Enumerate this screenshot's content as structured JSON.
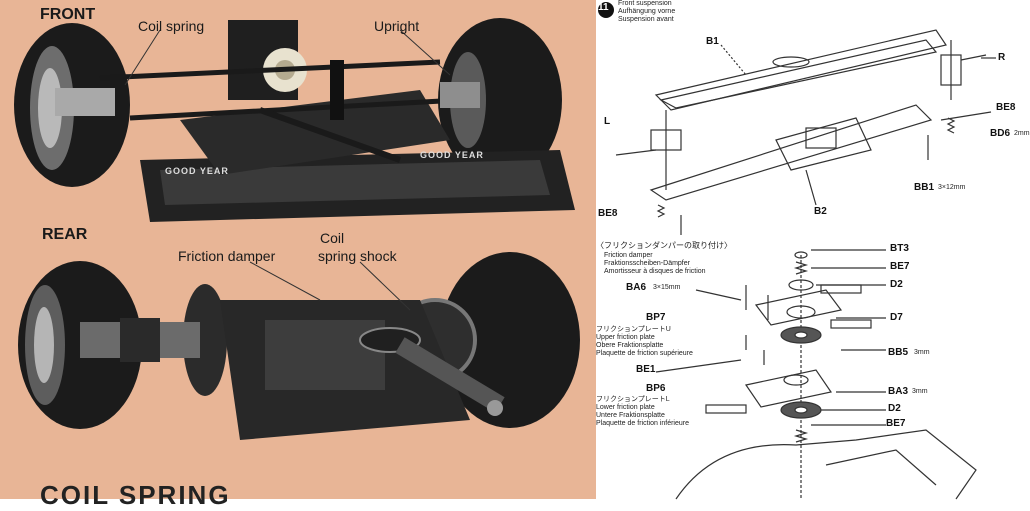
{
  "left_panel": {
    "front_label": "FRONT",
    "rear_label": "REAR",
    "coil_spring_label": "Coil spring",
    "upright_label": "Upright",
    "friction_damper_label": "Friction damper",
    "coil_spring_shock_label_1": "Coil",
    "coil_spring_shock_label_2": "spring shock",
    "tyre_brand": "GOOD YEAR",
    "bottom_text": "COIL SPRING"
  },
  "right_panel": {
    "step_number": "11",
    "title_en": "Front suspension",
    "title_de": "Aufhängung vorne",
    "title_fr": "Suspension avant",
    "parts_top": {
      "B1": "B1",
      "R": "R",
      "L": "L",
      "BE8_a": "BE8",
      "BD6": "BD6",
      "BD6_size": "2mm",
      "B2": "B2",
      "BB1": "BB1",
      "BB1_size": "3×12mm",
      "BE8_b": "BE8"
    },
    "damper_title_jp": "〈フリクションダンパーの取り付け〉",
    "damper_title_en": "Friction damper",
    "damper_title_de": "Fraktionsscheiben-Dämpfer",
    "damper_title_fr": "Amortisseur à disques de friction",
    "parts_bottom": {
      "BT3": "BT3",
      "BE7_a": "BE7",
      "BA6": "BA6",
      "BA6_size": "3×15mm",
      "D2_a": "D2",
      "BP7": "BP7",
      "upper_jp": "フリクションプレートU",
      "upper_en": "Upper friction plate",
      "upper_de": "Obere Fraktionsplatte",
      "upper_fr": "Plaquette de friction supérieure",
      "D7": "D7",
      "BB5": "BB5",
      "BB5_size": "3mm",
      "BE1": "BE1",
      "BA3": "BA3",
      "BA3_size": "3mm",
      "BP6": "BP6",
      "lower_jp": "フリクションプレートL",
      "lower_en": "Lower friction plate",
      "lower_de": "Untere Fraktionsplatte",
      "lower_fr": "Plaquette de friction inférieure",
      "D2_b": "D2",
      "BE7_b": "BE7"
    }
  }
}
